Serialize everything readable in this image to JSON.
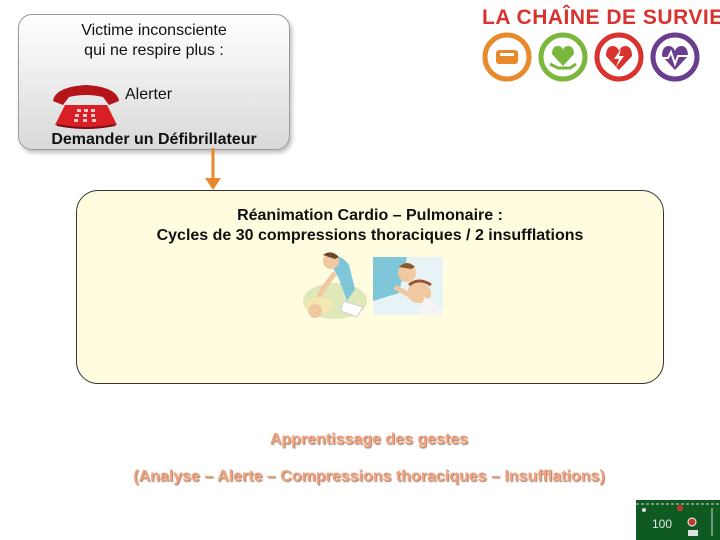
{
  "step1": {
    "title": "Victime inconsciente\nqui ne respire plus :",
    "alert_label": "Alerter",
    "defib_label": "Demander un Défibrillateur",
    "phone_icon": "phone-icon"
  },
  "step2": {
    "line1": "Réanimation Cardio – Pulmonaire :",
    "line2": "Cycles de 30 compressions thoraciques / 2 insufflations"
  },
  "logo": {
    "title": "LA CHAÎNE DE SURVIE",
    "circles": [
      {
        "color": "#e8892b",
        "icon": "phone-icon"
      },
      {
        "color": "#7bb63d",
        "icon": "hands-heart-icon"
      },
      {
        "color": "#d8332e",
        "icon": "defibrillator-heart-icon"
      },
      {
        "color": "#6a3d8f",
        "icon": "heartbeat-icon"
      }
    ]
  },
  "learning": {
    "title": "Apprentissage des gestes",
    "subtitle": "(Analyse – Alerte – Compressions thoraciques – Insufflations)"
  },
  "footer": {
    "page_number": "100"
  },
  "colors": {
    "arrow": "#e8892b",
    "rcp_box": "#fffce0",
    "learning_text": "#f0a37e"
  }
}
